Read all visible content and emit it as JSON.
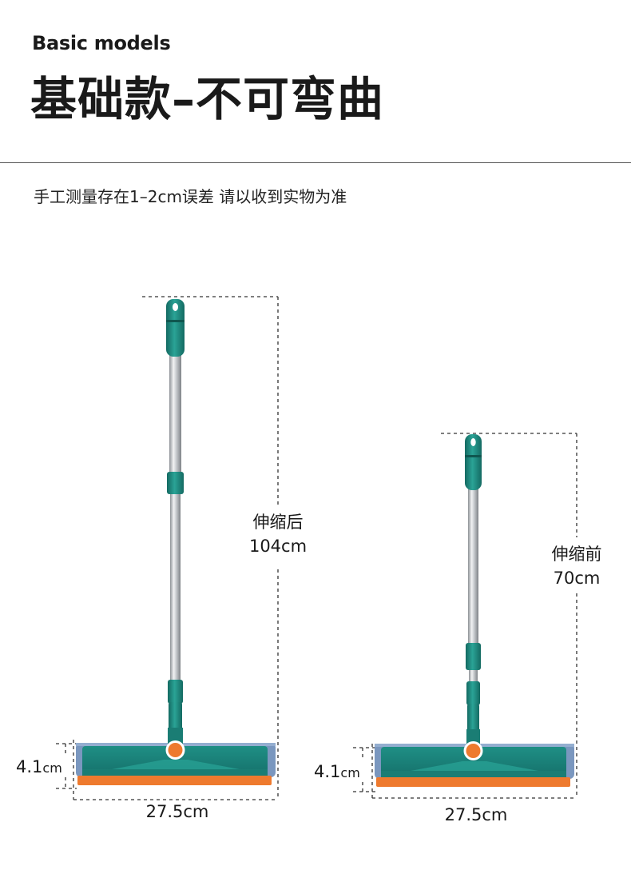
{
  "header": {
    "subtitle_en": "Basic models",
    "title_cn": "基础款–不可弯曲"
  },
  "note": "手工测量存在1–2cm误差 请以收到实物为准",
  "products": [
    {
      "state_label": "伸缩后",
      "height_label": "104cm",
      "width_label": "27.5cm",
      "head_height_value": "4.1",
      "head_height_unit": "cm"
    },
    {
      "state_label": "伸缩前",
      "height_label": "70cm",
      "width_label": "27.5cm",
      "head_height_value": "4.1",
      "head_height_unit": "cm"
    }
  ],
  "colors": {
    "teal": "#1d8a80",
    "teal_dark": "#146a62",
    "pad_blue": "#6f8fb8",
    "orange": "#ee7a2e",
    "steel": "#c9ccd0"
  }
}
